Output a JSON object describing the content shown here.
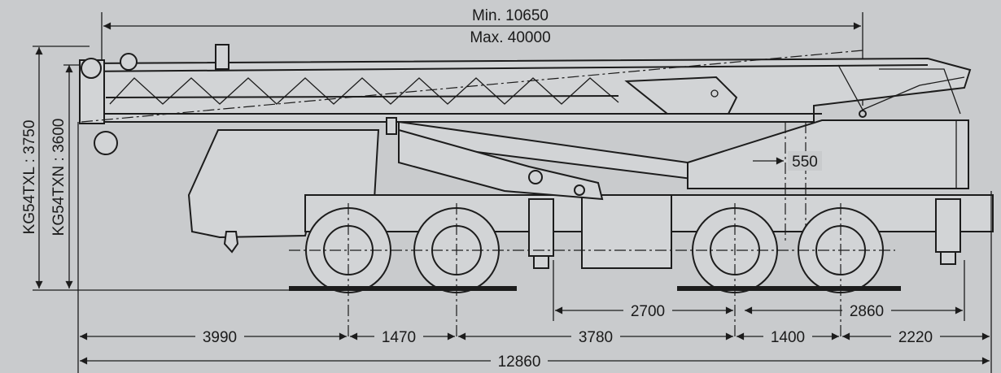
{
  "labels": {
    "min_length": "Min. 10650",
    "max_length": "Max. 40000",
    "height_txl": "KG54TXL : 3750",
    "height_txn": "KG54TXN : 3600",
    "dim_550": "550",
    "dim_2700": "2700",
    "dim_2860": "2860",
    "dim_3990": "3990",
    "dim_1470": "1470",
    "dim_3780": "3780",
    "dim_1400": "1400",
    "dim_2220": "2220",
    "dim_overall": "12860"
  }
}
